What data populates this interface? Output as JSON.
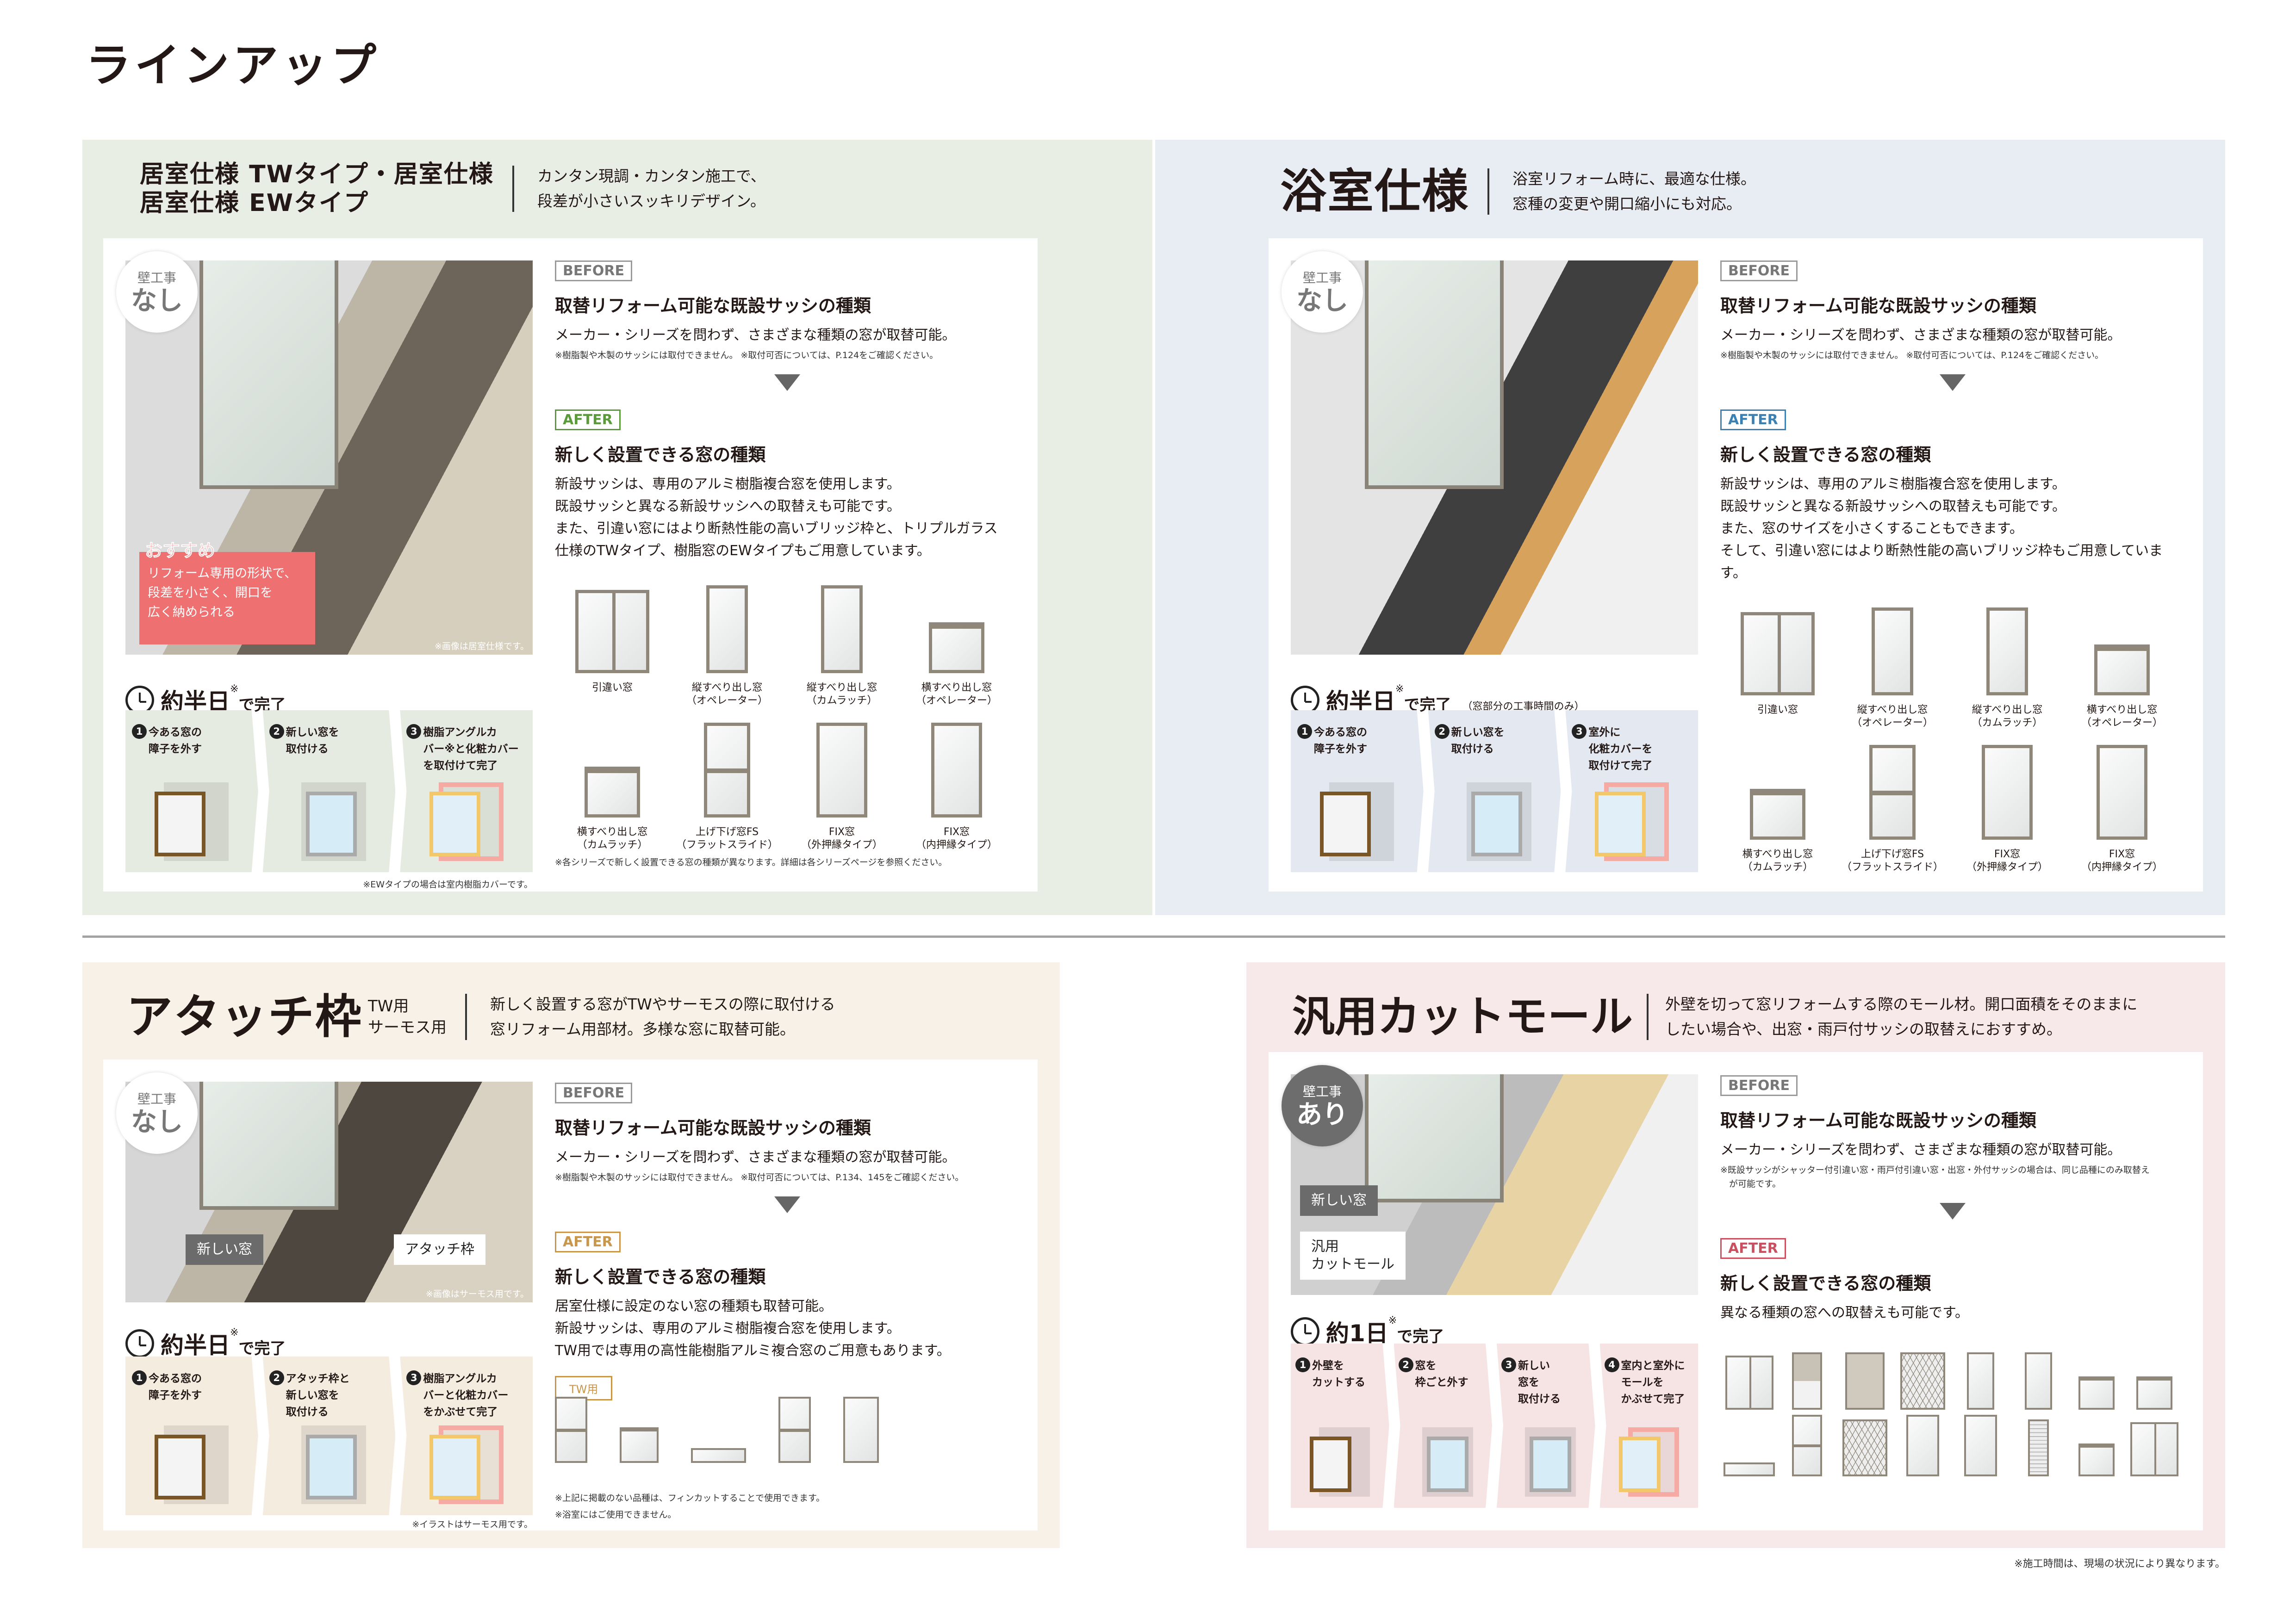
{
  "page_title": "ラインアップ",
  "footnote": "※施工時間は、現場の状況により異なります。",
  "panels": {
    "residential": {
      "title": "居室仕様 TWタイプ・居室仕様\n居室仕様 EWタイプ",
      "desc": "カンタン現調・カンタン施工で、\n段差が小さいスッキリデザイン。",
      "accent": "#5b9b3c",
      "badge": {
        "top": "壁工事",
        "bottom": "なし"
      },
      "recommend": {
        "title": "おすすめ",
        "text": "リフォーム専用の形状で、\n段差を小さく、開口を\n広く納められる"
      },
      "photo_note": "※画像は居室仕様です。",
      "timing": {
        "main": "約半日",
        "mark": "※",
        "suffix": "で完了"
      },
      "steps": [
        {
          "num": "1",
          "text": "今ある窓の\n障子を外す"
        },
        {
          "num": "2",
          "text": "新しい窓を\n取付ける"
        },
        {
          "num": "3",
          "text": "樹脂アングルカ\nバー※と化粧カバー\nを取付けて完了"
        }
      ],
      "steps_note": "※EWタイプの場合は室内樹脂カバーです。",
      "before": {
        "tag": "BEFORE",
        "heading": "取替リフォーム可能な既設サッシの種類",
        "text": "メーカー・シリーズを問わず、さまざまな種類の窓が取替可能。",
        "note": "※樹脂製や木製のサッシには取付できません。 ※取付可否については、P.124をご確認ください。"
      },
      "after": {
        "tag": "AFTER",
        "heading": "新しく設置できる窓の種類",
        "text": "新設サッシは、専用のアルミ樹脂複合窓を使用します。\n既設サッシと異なる新設サッシへの取替えも可能です。\nまた、引違い窓にはより断熱性能の高いブリッジ枠と、トリプルガラス\n仕様のTWタイプ、樹脂窓のEWタイプもご用意しています。"
      },
      "windows": [
        {
          "label": "引違い窓",
          "icon": "sliding-window"
        },
        {
          "label": "縦すべり出し窓\n（オペレーター）",
          "icon": "casement-window"
        },
        {
          "label": "縦すべり出し窓\n（カムラッチ）",
          "icon": "casement-window"
        },
        {
          "label": "横すべり出し窓\n（オペレーター）",
          "icon": "awning-window"
        },
        {
          "label": "横すべり出し窓\n（カムラッチ）",
          "icon": "awning-window"
        },
        {
          "label": "上げ下げ窓FS\n（フラットスライド）",
          "icon": "double-hung-window"
        },
        {
          "label": "FIX窓\n（外押縁タイプ）",
          "icon": "fixed-window"
        },
        {
          "label": "FIX窓\n（内押縁タイプ）",
          "icon": "fixed-window"
        }
      ],
      "windows_note": "※各シリーズで新しく設置できる窓の種類が異なります。詳細は各シリーズページを参照ください。"
    },
    "bathroom": {
      "title": "浴室仕様",
      "desc": "浴室リフォーム時に、最適な仕様。\n窓種の変更や開口縮小にも対応。",
      "accent": "#3d80b2",
      "badge": {
        "top": "壁工事",
        "bottom": "なし"
      },
      "timing": {
        "main": "約半日",
        "mark": "※",
        "suffix": "で完了",
        "extra": "（窓部分の工事時間のみ）"
      },
      "steps": [
        {
          "num": "1",
          "text": "今ある窓の\n障子を外す"
        },
        {
          "num": "2",
          "text": "新しい窓を\n取付ける"
        },
        {
          "num": "3",
          "text": "室外に\n化粧カバーを\n取付けて完了"
        }
      ],
      "before": {
        "tag": "BEFORE",
        "heading": "取替リフォーム可能な既設サッシの種類",
        "text": "メーカー・シリーズを問わず、さまざまな種類の窓が取替可能。",
        "note": "※樹脂製や木製のサッシには取付できません。 ※取付可否については、P.124をご確認ください。"
      },
      "after": {
        "tag": "AFTER",
        "heading": "新しく設置できる窓の種類",
        "text": "新設サッシは、専用のアルミ樹脂複合窓を使用します。\n既設サッシと異なる新設サッシへの取替えも可能です。\nまた、窓のサイズを小さくすることもできます。\nそして、引違い窓にはより断熱性能の高いブリッジ枠もご用意しています。"
      },
      "windows": [
        {
          "label": "引違い窓",
          "icon": "sliding-window"
        },
        {
          "label": "縦すべり出し窓\n（オペレーター）",
          "icon": "casement-window"
        },
        {
          "label": "縦すべり出し窓\n（カムラッチ）",
          "icon": "casement-window"
        },
        {
          "label": "横すべり出し窓\n（オペレーター）",
          "icon": "awning-window"
        },
        {
          "label": "横すべり出し窓\n（カムラッチ）",
          "icon": "awning-window"
        },
        {
          "label": "上げ下げ窓FS\n（フラットスライド）",
          "icon": "double-hung-window"
        },
        {
          "label": "FIX窓\n（外押縁タイプ）",
          "icon": "fixed-window"
        },
        {
          "label": "FIX窓\n（内押縁タイプ）",
          "icon": "fixed-window"
        }
      ]
    },
    "attach_frame": {
      "title": "アタッチ枠",
      "subtitle": "TW用\nサーモス用",
      "desc": "新しく設置する窓がTWやサーモスの際に取付ける\n窓リフォーム用部材。多様な窓に取替可能。",
      "accent": "#c9974c",
      "badge": {
        "top": "壁工事",
        "bottom": "なし"
      },
      "photo_labels": [
        "新しい窓",
        "アタッチ枠"
      ],
      "photo_note": "※画像はサーモス用です。",
      "timing": {
        "main": "約半日",
        "mark": "※",
        "suffix": "で完了"
      },
      "steps": [
        {
          "num": "1",
          "text": "今ある窓の\n障子を外す"
        },
        {
          "num": "2",
          "text": "アタッチ枠と\n新しい窓を\n取付ける"
        },
        {
          "num": "3",
          "text": "樹脂アングルカ\nバーと化粧カバー\nをかぶせて完了"
        }
      ],
      "steps_note": "※イラストはサーモス用です。",
      "before": {
        "tag": "BEFORE",
        "heading": "取替リフォーム可能な既設サッシの種類",
        "text": "メーカー・シリーズを問わず、さまざまな種類の窓が取替可能。",
        "note": "※樹脂製や木製のサッシには取付できません。 ※取付可否については、P.134、145をご確認ください。"
      },
      "after": {
        "tag": "AFTER",
        "heading": "新しく設置できる窓の種類",
        "text": "居室仕様に設定のない窓の種類も取替可能。\n新設サッシは、専用のアルミ樹脂複合窓を使用します。\nTW用では専用の高性能樹脂アルミ複合窓のご用意もあります。"
      },
      "tw_tag": "TW用",
      "windows": [
        {
          "icon": "double-hung-window"
        },
        {
          "icon": "awning-window"
        },
        {
          "icon": "transom-window"
        },
        {
          "icon": "double-hung-window"
        },
        {
          "icon": "fixed-window"
        }
      ],
      "notes": [
        "※上記に掲載のない品種は、フィンカットすることで使用できます。",
        "※浴室にはご使用できません。"
      ]
    },
    "cut_mould": {
      "title": "汎用カットモール",
      "desc": "外壁を切って窓リフォームする際のモール材。開口面積をそのままに\nしたい場合や、出窓・雨戸付サッシの取替えにおすすめ。",
      "accent": "#c9505e",
      "badge": {
        "top": "壁工事",
        "bottom": "あり"
      },
      "photo_labels": [
        "新しい窓",
        "汎用\nカットモール"
      ],
      "timing": {
        "main": "約1日",
        "mark": "※",
        "suffix": "で完了"
      },
      "steps": [
        {
          "num": "1",
          "text": "外壁を\nカットする"
        },
        {
          "num": "2",
          "text": "窓を\n枠ごと外す"
        },
        {
          "num": "3",
          "text": "新しい\n窓を\n取付ける"
        },
        {
          "num": "4",
          "text": "室内と室外に\nモールを\nかぶせて完了"
        }
      ],
      "before": {
        "tag": "BEFORE",
        "heading": "取替リフォーム可能な既設サッシの種類",
        "text": "メーカー・シリーズを問わず、さまざまな種類の窓が取替可能。",
        "note": "※既設サッシがシャッター付引違い窓・雨戸付引違い窓・出窓・外付サッシの場合は、同じ品種にのみ取替え\n　が可能です。"
      },
      "after": {
        "tag": "AFTER",
        "heading": "新しく設置できる窓の種類",
        "text": "異なる種類の窓への取替えも可能です。"
      },
      "windows": [
        {
          "icon": "sliding-window"
        },
        {
          "icon": "shutter-window"
        },
        {
          "icon": "storm-panel-window"
        },
        {
          "icon": "lattice-window"
        },
        {
          "icon": "casement-window"
        },
        {
          "icon": "casement-window"
        },
        {
          "icon": "awning-window"
        },
        {
          "icon": "awning-window"
        },
        {
          "icon": "transom-window"
        },
        {
          "icon": "double-hung-window"
        },
        {
          "icon": "lattice-window"
        },
        {
          "icon": "fixed-window"
        },
        {
          "icon": "fixed-window"
        },
        {
          "icon": "louver-window"
        },
        {
          "icon": "awning-window"
        },
        {
          "icon": "sliding-window"
        }
      ]
    }
  }
}
